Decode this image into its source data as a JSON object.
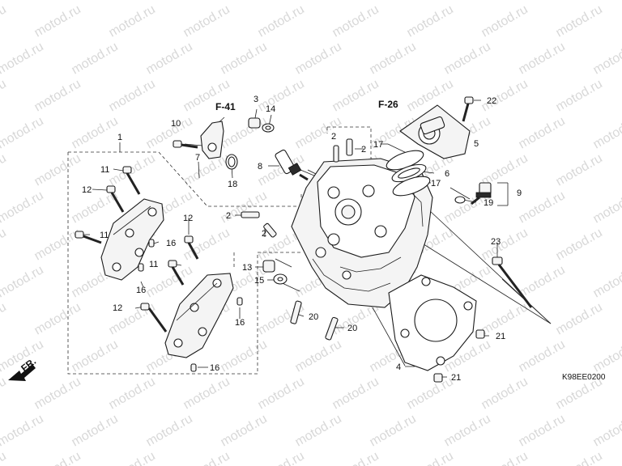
{
  "watermark": "motod.ru",
  "diagram_code": "K98EE0200",
  "front_label": "FR.",
  "refs": {
    "f41": "F-41",
    "f26": "F-26"
  },
  "labels": {
    "n1": "1",
    "n2a": "2",
    "n2b": "2",
    "n2c": "2",
    "n2d": "2",
    "n3": "3",
    "n4": "4",
    "n5": "5",
    "n6": "6",
    "n7": "7",
    "n8": "8",
    "n9": "9",
    "n10": "10",
    "n11a": "11",
    "n11b": "11",
    "n11c": "11",
    "n12a": "12",
    "n12b": "12",
    "n12c": "12",
    "n13": "13",
    "n14": "14",
    "n15": "15",
    "n16a": "16",
    "n16b": "16",
    "n16c": "16",
    "n16d": "16",
    "n17a": "17",
    "n17b": "17",
    "n18": "18",
    "n19": "19",
    "n20a": "20",
    "n20b": "20",
    "n21a": "21",
    "n21b": "21",
    "n22": "22",
    "n23": "23"
  }
}
